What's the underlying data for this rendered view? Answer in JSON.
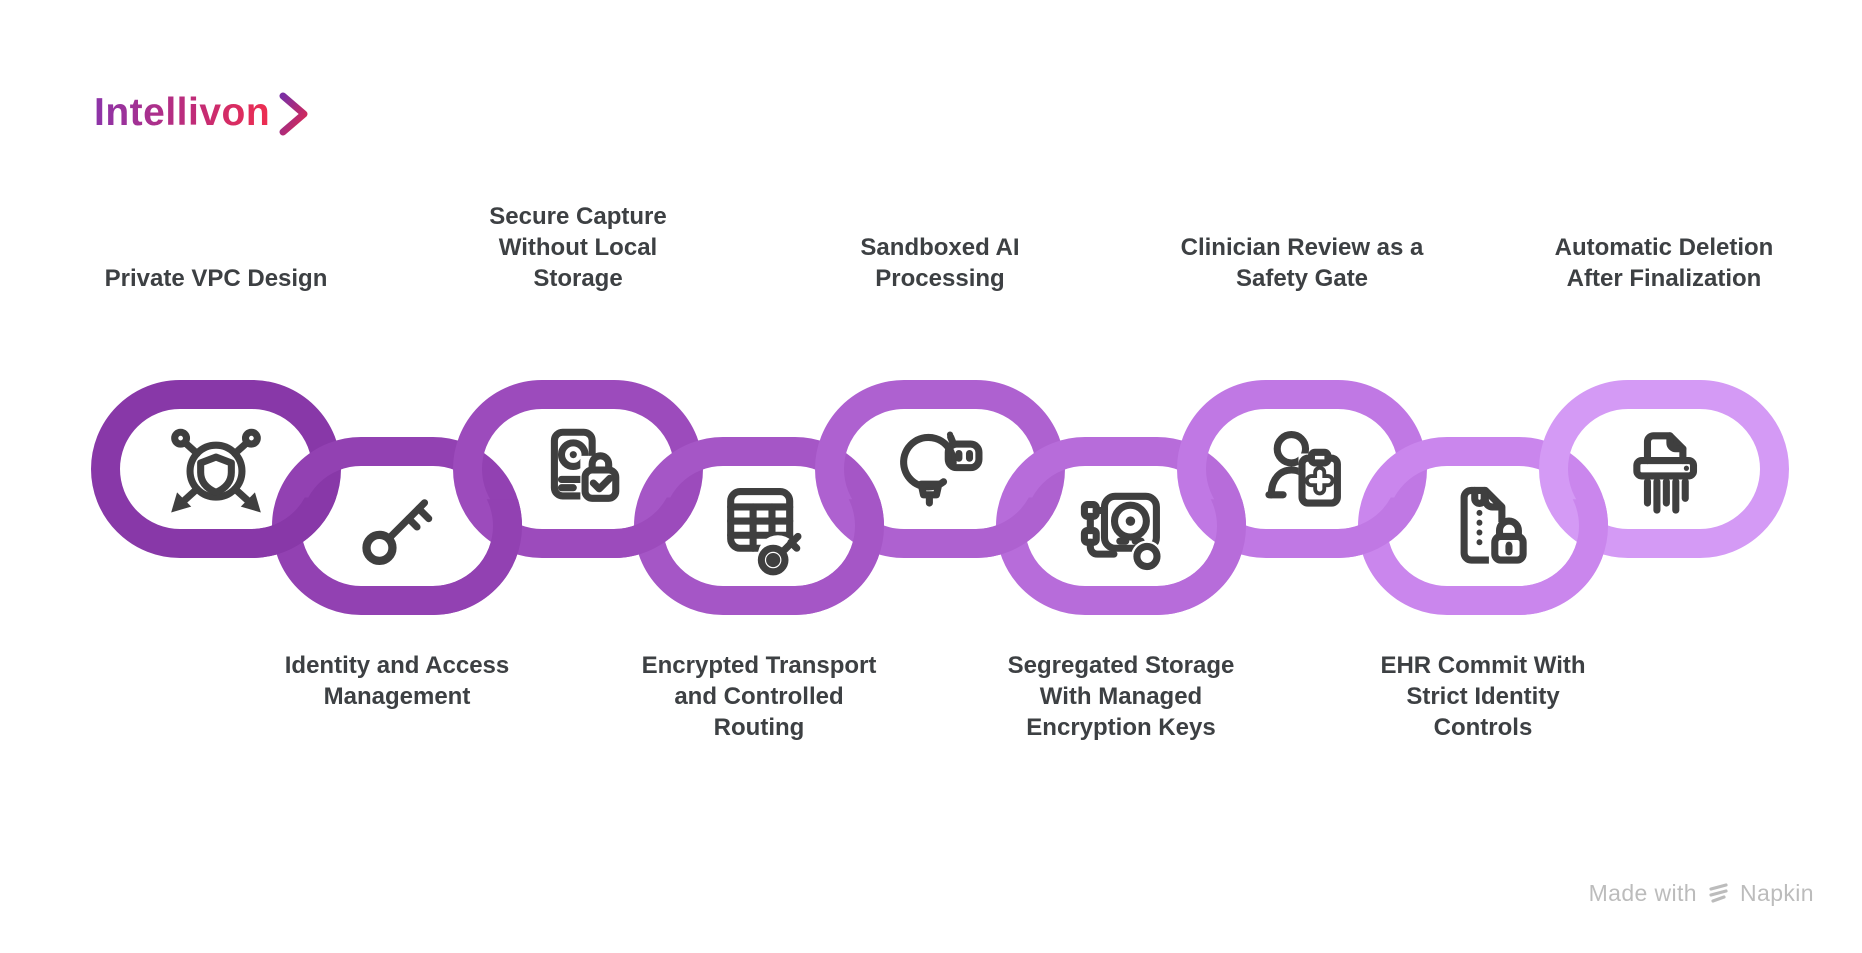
{
  "canvas": {
    "background": "#ffffff"
  },
  "logo": {
    "text": "Intellivon",
    "gradient_from": "#8C34A9",
    "gradient_to": "#EE2D4F"
  },
  "watermark": {
    "prefix": "Made with",
    "brand": "Napkin",
    "color": "#bcbcbc"
  },
  "diagram": {
    "type": "chain",
    "label_color": "#3d4043",
    "icon_stroke": "#3f3f3f",
    "links": [
      {
        "label": "Private VPC Design",
        "row": "top",
        "color": "#8838A8",
        "icon": "shield-network-icon"
      },
      {
        "label": "Identity and Access\nManagement",
        "row": "bottom",
        "color": "#9241B2",
        "icon": "key-icon"
      },
      {
        "label": "Secure Capture\nWithout Local\nStorage",
        "row": "top",
        "color": "#9C4BBC",
        "icon": "camera-document-lock-icon"
      },
      {
        "label": "Encrypted Transport\nand Controlled\nRouting",
        "row": "bottom",
        "color": "#A556C6",
        "icon": "table-key-icon"
      },
      {
        "label": "Sandboxed AI\nProcessing",
        "row": "top",
        "color": "#AE61D0",
        "icon": "lightbulb-robot-icon"
      },
      {
        "label": "Segregated Storage\nWith Managed\nEncryption Keys",
        "row": "bottom",
        "color": "#B76CDA",
        "icon": "vault-network-icon"
      },
      {
        "label": "Clinician Review as a\nSafety Gate",
        "row": "top",
        "color": "#C078E4",
        "icon": "clinician-clipboard-icon"
      },
      {
        "label": "EHR Commit With\nStrict Identity\nControls",
        "row": "bottom",
        "color": "#CA86ED",
        "icon": "zip-file-lock-icon"
      },
      {
        "label": "Automatic Deletion\nAfter Finalization",
        "row": "top",
        "color": "#D49AF5",
        "icon": "shredder-icon"
      }
    ]
  }
}
